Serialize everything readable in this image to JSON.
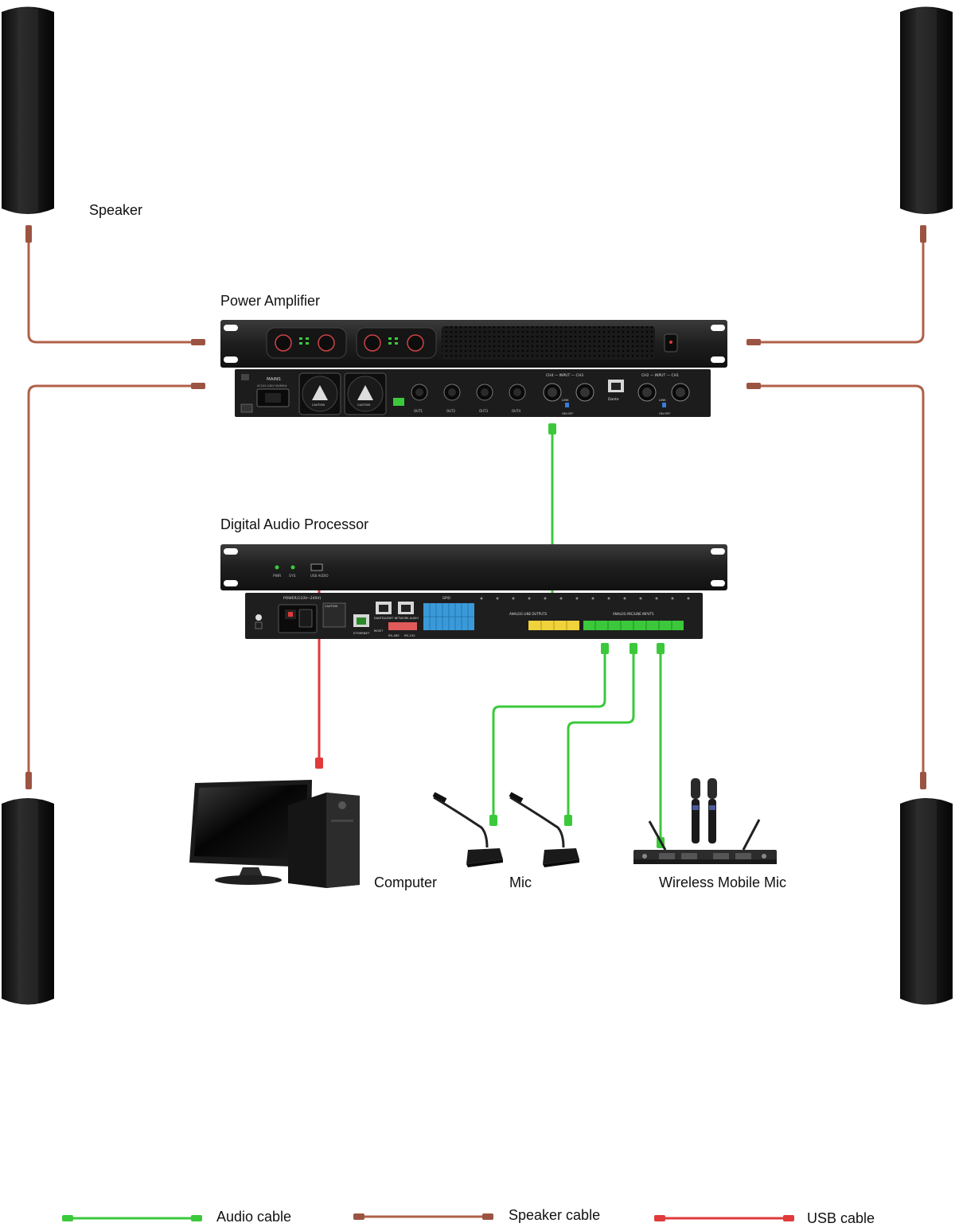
{
  "labels": {
    "speaker": "Speaker",
    "power_amplifier": "Power Amplifier",
    "digital_audio_processor": "Digital Audio Processor",
    "computer": "Computer",
    "mic": "Mic",
    "wireless_mobile_mic": "Wireless Mobile Mic"
  },
  "amp_panel": {
    "mains": "MAINS",
    "mains_spec": "AC100-240V 50/60Hz",
    "caution": "CAUTION",
    "out1": "OUT1",
    "out2": "OUT2",
    "out3": "OUT3",
    "out4": "OUT4",
    "input_left": "CH4 — INPUT — CH3",
    "input_right": "CH2 — INPUT — CH1",
    "link": "LINK",
    "on_off": "ON  OFF",
    "dante": "Dante"
  },
  "dsp_panel": {
    "pwr": "PWR",
    "sys": "SYS",
    "usb": "USB AUDIO",
    "power": "POWER(110V~240V)",
    "caution": "CAUTION",
    "ethernet": "ETHERNET",
    "reset": "RESET",
    "network_audio": "DANTE/AES67 NETWORK AUDIO",
    "gpio": "GPIO",
    "rs485": "RS-485",
    "rs232": "RS-232",
    "line_outputs": "ANALOG LINE OUTPUTS",
    "mic_inputs": "ANALOG MIC/LINE INPUTS"
  },
  "legend": {
    "audio": "Audio cable",
    "speaker": "Speaker cable",
    "usb": "USB cable"
  },
  "colors": {
    "audio_cable": "#3bc93b",
    "speaker_cable": "#b0604a",
    "usb_cable": "#e03a3a",
    "device_body": "#232323"
  }
}
